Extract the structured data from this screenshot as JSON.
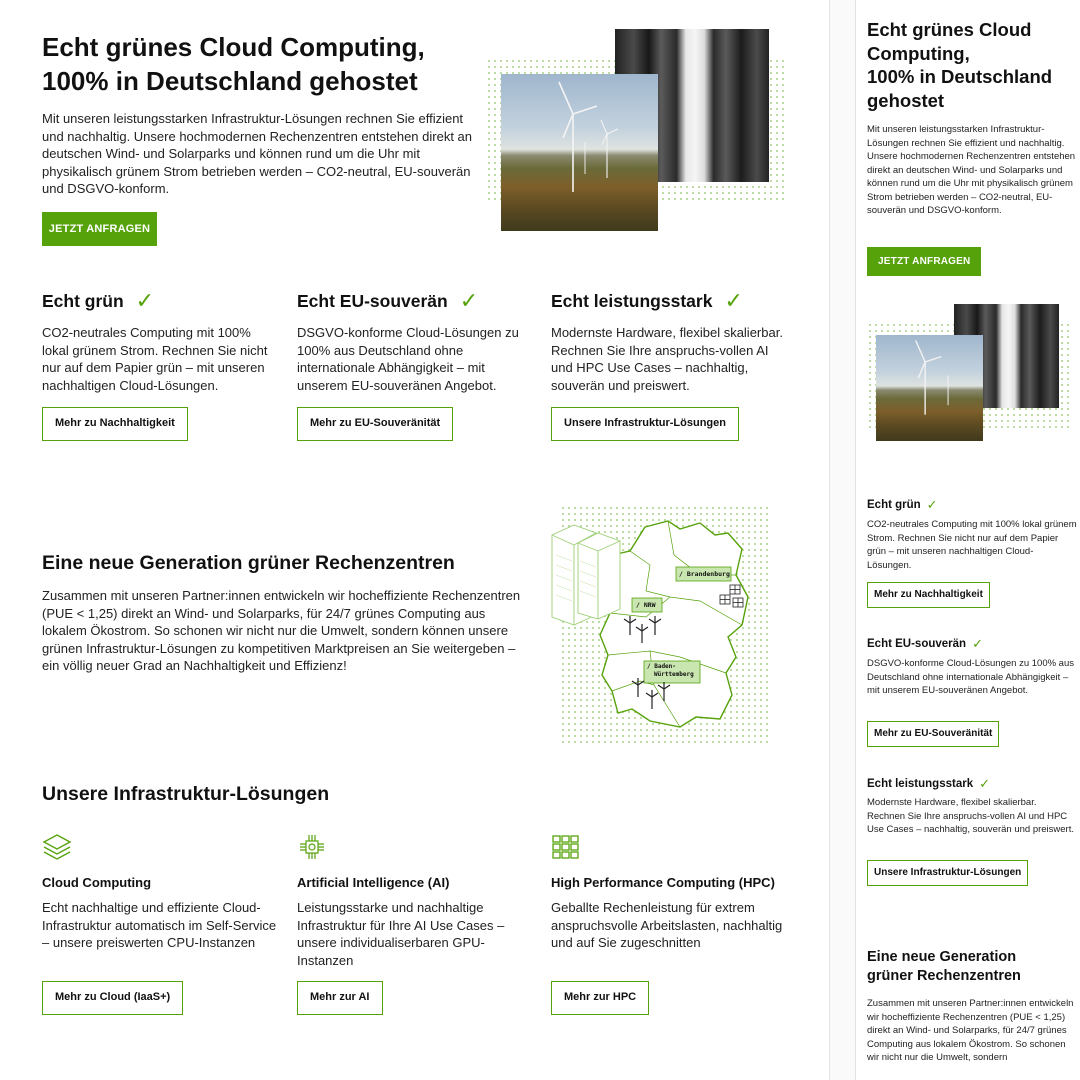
{
  "hero": {
    "title_line1": "Echt grünes Cloud Computing,",
    "title_line2": "100% in Deutschland gehostet",
    "text": "Mit unseren leistungsstarken Infrastruktur-Lösungen rechnen Sie effizient und nachhaltig. Unsere hochmodernen Rechenzentren entstehen direkt an deutschen Wind- und Solarparks und können rund um die Uhr mit physikalisch grünem Strom betrieben werden – CO2-neutral, EU-souverän und DSGVO-konform.",
    "cta": "JETZT ANFRAGEN"
  },
  "features": [
    {
      "title": "Echt grün",
      "text": "CO2-neutrales Computing mit 100% lokal grünem Strom. Rechnen Sie nicht nur auf dem Papier grün – mit unseren nachhaltigen Cloud-Lösungen.",
      "button": "Mehr zu Nachhaltigkeit"
    },
    {
      "title": "Echt EU-souverän",
      "text": "DSGVO-konforme Cloud-Lösungen zu 100% aus Deutschland ohne internationale Abhängigkeit – mit unserem EU-souveränen Angebot.",
      "button": "Mehr zu EU-Souveränität"
    },
    {
      "title": "Echt leistungsstark",
      "text": "Modernste Hardware, flexibel skalierbar. Rechnen Sie Ihre anspruchs-vollen AI und HPC Use Cases – nachhaltig, souverän und preiswert.",
      "button": "Unsere Infrastruktur-Lösungen"
    }
  ],
  "generation": {
    "title": "Eine neue Generation grüner Rechenzentren",
    "text": "Zusammen mit unseren Partner:innen entwickeln wir hocheffiziente Rechenzentren (PUE < 1,25) direkt an Wind- und Solarparks, für 24/7 grünes Computing aus lokalem Ökostrom. So schonen wir nicht nur die Umwelt, sondern können unsere grünen Infrastruktur-Lösungen zu kompetitiven Marktpreisen an Sie weitergeben – ein völlig neuer Grad an Nachhaltigkeit und Effizienz!",
    "map_labels": {
      "brandenburg": "/ Brandenburg",
      "nrw": "/ NRW",
      "bw_line1": "/ Baden-",
      "bw_line2": "Württemberg"
    }
  },
  "infra": {
    "title": "Unsere Infrastruktur-Lösungen",
    "items": [
      {
        "icon": "layers-icon",
        "title": "Cloud Computing",
        "text": "Echt nachhaltige und effiziente Cloud-Infrastruktur automatisch im Self-Service – unsere preiswerten CPU-Instanzen",
        "button": "Mehr zu Cloud (IaaS+)"
      },
      {
        "icon": "chip-icon",
        "title": "Artificial Intelligence (AI)",
        "text": "Leistungsstarke und nachhaltige Infrastruktur für Ihre AI Use Cases – unsere individualiserbaren GPU-Instanzen",
        "button": "Mehr zur AI"
      },
      {
        "icon": "grid-icon",
        "title": "High Performance Computing (HPC)",
        "text": "Geballte Rechenleistung für extrem anspruchsvolle Arbeitslasten, nachhaltig und auf Sie zugeschnitten",
        "button": "Mehr zur HPC"
      }
    ]
  },
  "mobile": {
    "title_line1": "Echt grünes Cloud",
    "title_line2": "Computing,",
    "title_line3": "100% in Deutschland",
    "title_line4": "gehostet",
    "hero_text": "Mit unseren leistungsstarken Infrastruktur-Lösungen rechnen Sie effizient und nachhaltig. Unsere hochmodernen Rechenzentren entstehen direkt an deutschen Wind- und Solarparks und können rund um die Uhr mit physikalisch grünem Strom betrieben werden – CO2-neutral, EU-souverän und DSGVO-konform.",
    "cta": "JETZT ANFRAGEN",
    "features": [
      {
        "title": "Echt grün",
        "text": "CO2-neutrales Computing mit 100% lokal grünem Strom. Rechnen Sie nicht nur auf dem Papier grün – mit unseren nachhaltigen Cloud-Lösungen.",
        "button": "Mehr zu Nachhaltigkeit"
      },
      {
        "title": "Echt EU-souverän",
        "text": "DSGVO-konforme Cloud-Lösungen zu 100% aus Deutschland ohne internationale Abhängigkeit – mit unserem EU-souveränen Angebot.",
        "button": "Mehr zu EU-Souveränität"
      },
      {
        "title": "Echt leistungsstark",
        "text": "Modernste Hardware, flexibel skalierbar. Rechnen Sie Ihre anspruchs-vollen AI und HPC Use Cases – nachhaltig, souverän und preiswert.",
        "button": "Unsere Infrastruktur-Lösungen"
      }
    ],
    "gen_title_line1": "Eine neue Generation",
    "gen_title_line2": "grüner Rechenzentren",
    "gen_text": "Zusammen mit unseren Partner:innen entwickeln wir hocheffiziente Rechenzentren (PUE < 1,25) direkt an Wind- und Solarparks, für 24/7 grünes Computing aus lokalem Ökostrom. So schonen wir nicht nur die Umwelt, sondern"
  },
  "colors": {
    "accent": "#56a20a",
    "dots": "#b8d89c",
    "map_fill": "#c9e6b0"
  }
}
